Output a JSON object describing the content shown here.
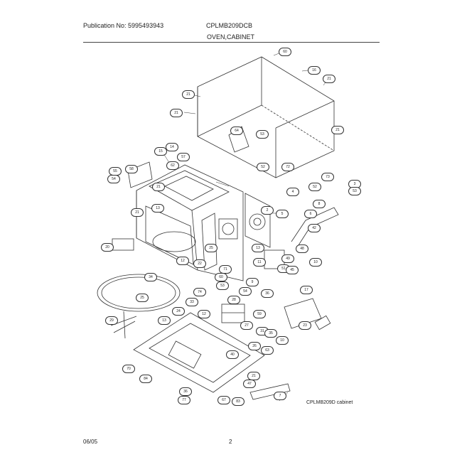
{
  "header": {
    "publication": "Publication No: 5995493943",
    "model": "CPLMB209DCB",
    "section": "OVEN,CABINET"
  },
  "footer": {
    "date": "06/05",
    "page": "2"
  },
  "diagram": {
    "caption": "CPLMB209D cabinet",
    "callouts": [
      "60",
      "16",
      "21",
      "21",
      "21",
      "21",
      "53",
      "15",
      "14",
      "57",
      "52",
      "58",
      "54",
      "55",
      "62",
      "64",
      "72",
      "73",
      "3",
      "53",
      "52",
      "8",
      "4",
      "2",
      "5",
      "6",
      "42",
      "48",
      "49",
      "51",
      "45",
      "10",
      "11",
      "71",
      "9",
      "53",
      "54",
      "36",
      "17",
      "12",
      "24",
      "13",
      "60",
      "74",
      "33",
      "28",
      "59",
      "27",
      "31",
      "26",
      "35",
      "10",
      "63",
      "70",
      "84",
      "36",
      "77",
      "67",
      "83",
      "7",
      "21",
      "47",
      "40",
      "34",
      "25",
      "29",
      "20",
      "12",
      "21",
      "13",
      "22",
      "25",
      "21",
      "13",
      "23"
    ]
  }
}
